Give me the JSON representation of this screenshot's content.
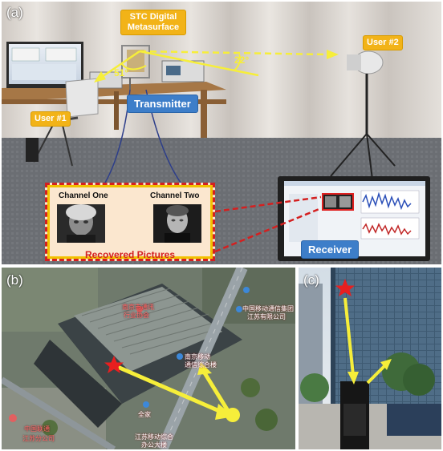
{
  "panels": {
    "a": {
      "letter": "(a)",
      "metasurface_label_1": "STC Digital",
      "metasurface_label_2": "Metasurface",
      "user2_label": "User #2",
      "user1_label": "User #1",
      "angle1": "22°",
      "angle2": "51°",
      "transmitter_label": "Transmitter",
      "receiver_label": "Receiver",
      "channel_one": "Channel One",
      "channel_two": "Channel Two",
      "recovered": "Recovered Pictures"
    },
    "b": {
      "letter": "(b)",
      "map_labels": [
        "南京市通讯",
        "行业协会",
        "中国移动通信集团",
        "江苏有限公司",
        "南京移动",
        "通信综合楼",
        "中国联通",
        "江苏分公司",
        "江苏移动综合",
        "办公大楼",
        "全家"
      ]
    },
    "c": {
      "letter": "(c)"
    }
  },
  "colors": {
    "yellow_tag": "#f2b318",
    "blue_tag": "#3d7ec9",
    "arrow_yellow": "#f6ee3a",
    "dashed_red": "#d42020",
    "star_red": "#e81f1f"
  }
}
